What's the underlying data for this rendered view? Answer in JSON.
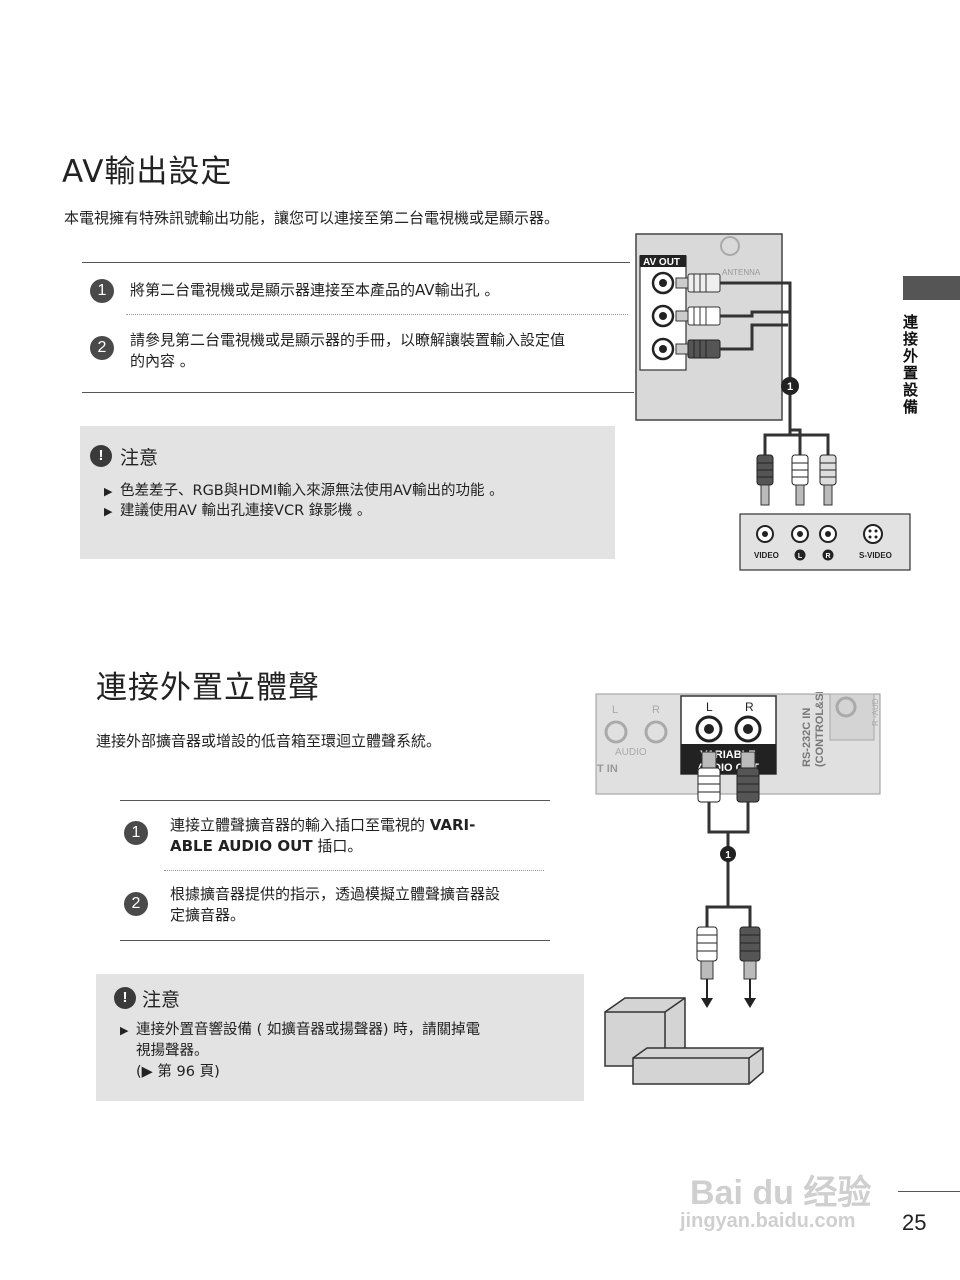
{
  "av": {
    "title": "AV輸出設定",
    "intro": "本電視擁有特殊訊號輸出功能，讓您可以連接至第二台電視機或是顯示器。",
    "steps": [
      {
        "num": "1",
        "lines": [
          "將第二台電視機或是顯示器連接至本產品的AV輸出孔 。"
        ]
      },
      {
        "num": "2",
        "lines": [
          "請參見第二台電視機或是顯示器的手冊，以瞭解讓裝置輸入設定值",
          "的內容 。"
        ]
      }
    ],
    "note": {
      "icon": "!",
      "title": "注意",
      "items": [
        "色差差子、RGB與HDMI輸入來源無法使用AV輸出的功能 。",
        "建議使用AV 輸出孔連接VCR  錄影機 。"
      ]
    },
    "diagram": {
      "panel_label": "AV OUT",
      "antenna_label": "ANTENNA",
      "callout": "1",
      "device_labels": [
        "VIDEO",
        "L",
        "R",
        "S-VIDEO"
      ]
    }
  },
  "stereo": {
    "title": "連接外置立體聲",
    "intro": "連接外部擴音器或增設的低音箱至環迴立體聲系統。",
    "steps": [
      {
        "num": "1",
        "lines": [
          "連接立體聲擴音器的輸入插口至電視的 ",
          "插口。"
        ],
        "bold_lines": [
          "VARI-",
          "ABLE AUDIO OUT"
        ]
      },
      {
        "num": "2",
        "lines": [
          "根據擴音器提供的指示，透過模擬立體聲擴音器設",
          "定擴音器。"
        ]
      }
    ],
    "note": {
      "icon": "!",
      "title": "注意",
      "items": [
        "連接外置音響設備 ( 如擴音器或揚聲器) 時，請關掉電",
        "視揚聲器。",
        "(▶ 第 96  頁)"
      ]
    },
    "diagram": {
      "l_label": "L",
      "r_label": "R",
      "variable_label": "VARIABLE",
      "audio_out_label": "AUDIO OUT",
      "audio_label": "AUDIO",
      "in_label": "T IN",
      "rs232_label": "RS-232C IN",
      "control_label": "(CONTROL&SE",
      "r_audio_label": "R -AUD",
      "callout": "1"
    }
  },
  "side_tab": {
    "label": "連接外置設備"
  },
  "page_number": "25",
  "watermark": {
    "brand": "Bai du 经验",
    "url": "jingyan.baidu.com"
  }
}
